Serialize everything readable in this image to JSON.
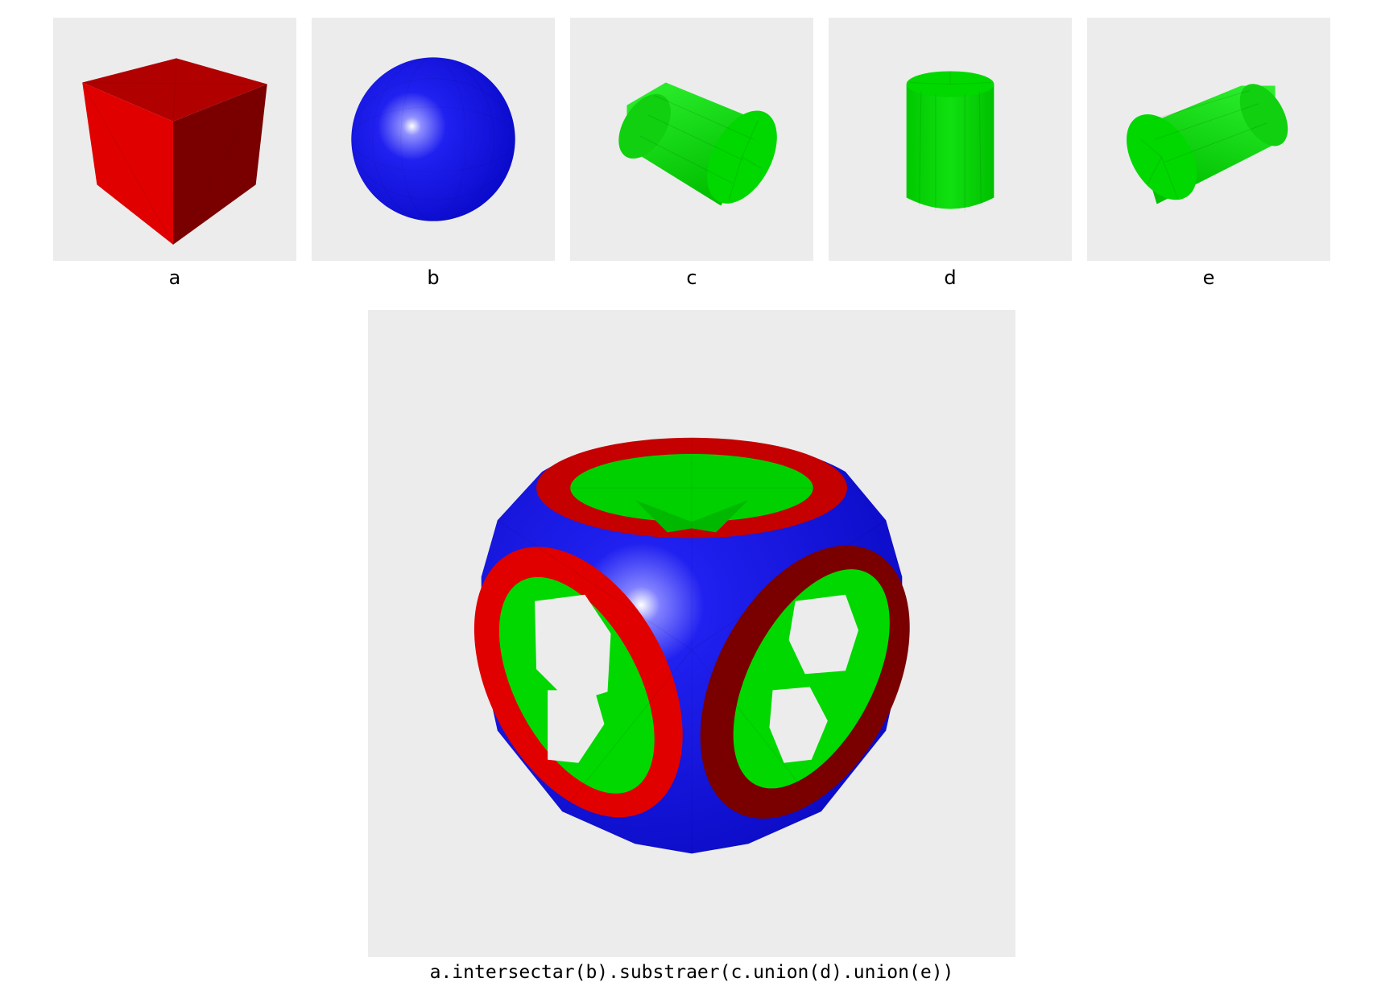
{
  "panels": [
    {
      "label": "a",
      "shape": "cube",
      "color": "#e00000"
    },
    {
      "label": "b",
      "shape": "sphere",
      "color": "#1010e0"
    },
    {
      "label": "c",
      "shape": "cylinder-tilted-right",
      "color": "#00e000"
    },
    {
      "label": "d",
      "shape": "cylinder-upright",
      "color": "#00e000"
    },
    {
      "label": "e",
      "shape": "cylinder-tilted-left",
      "color": "#00e000"
    }
  ],
  "result": {
    "shape": "csg-result",
    "caption": "a.intersectar(b).substraer(c.union(d).union(e))"
  },
  "colors": {
    "background": "#ececec",
    "red": "#e00000",
    "dark_red": "#7a0000",
    "blue": "#1010e0",
    "green": "#00e000"
  }
}
